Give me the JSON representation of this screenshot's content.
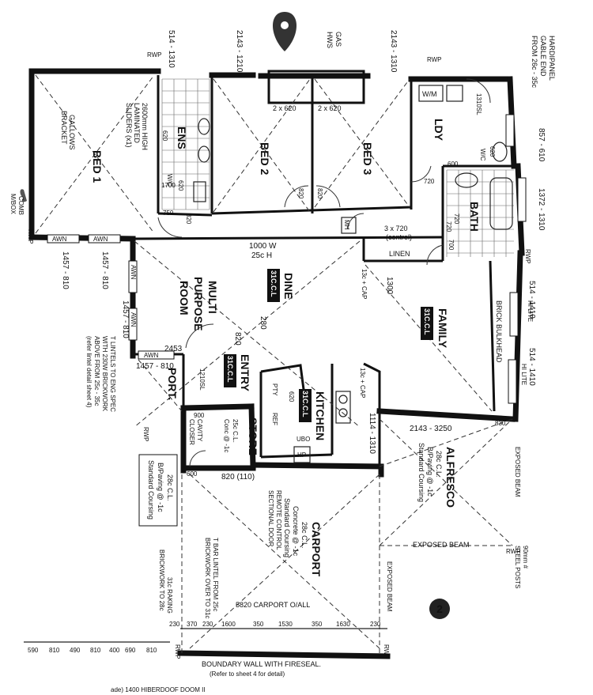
{
  "rooms": {
    "bed1": "BED 1",
    "ens": "ENS",
    "bed2": "BED 2",
    "bed3": "BED 3",
    "ldy": "LDY",
    "bath": "BATH",
    "multi1": "MULTI",
    "multi2": "PURPOSE",
    "multi3": "ROOM",
    "dine": "DINE",
    "family": "FAMILY",
    "kitchen": "KITCHEN",
    "entry": "ENTRY",
    "store": "STORE",
    "port": "PORT.",
    "carport": "CARPORT",
    "alfresco": "ALFRESCO"
  },
  "ceilings": {
    "dine": "31C.C.L",
    "family": "31C.C.L",
    "kitchen": "31C.C.L",
    "entry": "31C.C.L"
  },
  "labels": {
    "gas_hws_1": "GAS",
    "gas_hws_2": "HWS",
    "hardipanel_1": "HARDIPANEL",
    "hardipanel_2": "GABLE END",
    "hardipanel_3": "FROM 26c - 35c",
    "gallows_1": "GALLOWS",
    "gallows_2": "BRACKET",
    "sliders_1": "2600mm HIGH",
    "sliders_2": "LAMINATED",
    "sliders_3": "SLIDERS (x1)",
    "comb_1": "COMB",
    "comb_2": "M/BOX",
    "rwp": "RWP",
    "awn": "AWN",
    "wm": "W/M",
    "wc": "W/C",
    "mh": "MH",
    "linen": "LINEN",
    "centrel": "3 x 720",
    "centrel2": "(centrel)",
    "robes_b2": "2 x 620",
    "robes_b3": "2 x 620",
    "bulkhead": "BRICK BULKHEAD",
    "hi_lite": "HI LITE",
    "cap_1": "13c + CAP",
    "cap_2": "13c + CAP",
    "pty": "PTY",
    "ref": "REF",
    "ubo": "UBO",
    "hp": "HP",
    "cavity_1": "CAVITY",
    "cavity_2": "CLOSER",
    "store_ceil_1": "25c C.L.",
    "store_ceil_2": "Conc @ -1c",
    "remote_1": "REMOTE CONTROL",
    "remote_2": "SECTIONAL DOOR",
    "carport_1": "28c C.L.",
    "carport_2": "Concrete @ -1c",
    "carport_3": "Standard Coursing",
    "alfresco_1": "28c C.L.",
    "alfresco_2": "B/Paving @ -1c",
    "alfresco_3": "Standard Coursing",
    "port_1": "28c C.L.",
    "port_2": "B/Paving @ -1c",
    "port_3": "Standard Coursing",
    "exposed_beam": "EXPOSED BEAM",
    "exposed_beam_v1": "EXPOSED BEAM",
    "exposed_beam_v2": "EXPOSED BEAM",
    "steel_1": "90mm #",
    "steel_2": "STEEL POSTS",
    "tlintel_1": "T BAR LINTEL FROM 25c",
    "tlintel_2": "BRICKWORK OVER TO 31c",
    "raking_1": "31c RAKING",
    "raking_2": "BRICKWORK TO 28c",
    "lintels_1": "T LINTELS TO ENG SPEC",
    "lintels_2": "WITH 230W BRICKWORK",
    "lintels_3": "ABOVE FROM 25c - 35c",
    "lintels_4": "(refer lintel detail sheet 4)",
    "carport_oall": "5820 CARPORT O/ALL",
    "boundary_1": "BOUNDARY WALL WITH FIRESEAL.",
    "boundary_2": "(Refer to sheet 4 for detail)",
    "bottom_cut": "ade) 1400 HIBERDOOF DOOM II",
    "compass": "2"
  },
  "dims": {
    "w_514_1310": "514 - 1310",
    "w_2143_1210": "2143 - 1210",
    "w_2143_1310": "2143 - 1310",
    "w_1310sl": "1310SL",
    "w_857_610": "857 - 610",
    "w_1372_1310": "1372 - 1310",
    "w_1457_810_a": "1457 - 810",
    "w_1457_810_b": "1457 - 810",
    "w_1457_810_c": "1457 - 810",
    "w_1457_810_d": "1457 - 810",
    "w_514_1410_a": "514 - 1410",
    "w_514_1410_b": "514 - 1410",
    "w_1114_1310": "1114 - 1310",
    "w_2143_3250": "2143 - 3250",
    "w_1210sl": "1210SL",
    "d_620_ens": "620",
    "d_1700": "1700",
    "d_620_wc": "620",
    "d_750": "750",
    "d_820_a": "820",
    "d_820_b2": "820",
    "d_820_b3": "820",
    "d_720": "720",
    "d_600_ldy": "600",
    "d_620_wc2": "620",
    "d_720_bath": "720",
    "d_720_c": "720",
    "d_700": "700",
    "d_1000w": "1000 W",
    "d_25ch": "25c H",
    "d_1300": "1300",
    "d_280": "280",
    "d_820_entry": "820",
    "d_2453": "2453",
    "d_620_pty": "620",
    "d_900": "900",
    "d_600_store": "600",
    "d_820_110": "820 (110)",
    "d_830": "830",
    "bottom": [
      "230",
      "370",
      "230",
      "1600",
      "350",
      "1530",
      "350",
      "1630",
      "230"
    ],
    "left_bottom": [
      "590",
      "810",
      "490",
      "810",
      "400",
      "690",
      "810"
    ]
  }
}
